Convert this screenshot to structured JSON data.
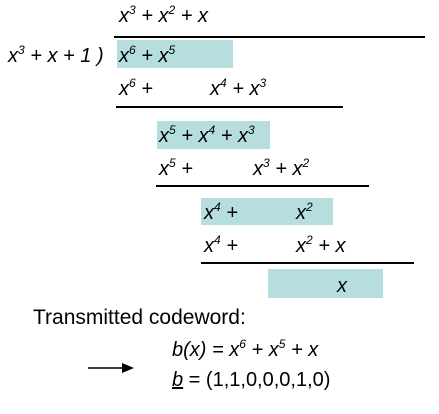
{
  "colors": {
    "highlight": "#b7dede",
    "text": "#000000",
    "rule": "#000000"
  },
  "quotient": {
    "base": "x",
    "exp1": "3",
    "plus1": " + x",
    "exp2": "2",
    "plus2": " + x"
  },
  "divisor": {
    "base": "x",
    "exp": "3",
    "rest": " + x + 1 )"
  },
  "dividend": {
    "a": "x",
    "a_exp": "6",
    "plus": " + x",
    "b_exp": "5"
  },
  "step1": {
    "a": "x",
    "a_exp": "6",
    "plus1": " +",
    "b": "x",
    "b_exp": "4",
    "plus2": " + x",
    "c_exp": "3"
  },
  "rem1": {
    "a": "x",
    "a_exp": "5",
    "plus1": " + x",
    "b_exp": "4",
    "plus2": " + x",
    "c_exp": "3"
  },
  "step2": {
    "a": "x",
    "a_exp": "5",
    "plus1": " +",
    "b": "x",
    "b_exp": "3",
    "plus2": " + x",
    "c_exp": "2"
  },
  "rem2": {
    "a": "x",
    "a_exp": "4",
    "plus1": " +",
    "b": "x",
    "b_exp": "2"
  },
  "step3": {
    "a": "x",
    "a_exp": "4",
    "plus1": " +",
    "b": "x",
    "b_exp": "2",
    "plus2": " + x"
  },
  "remainder": "x",
  "transmitted_label": "Transmitted codeword:",
  "codeword_poly": {
    "lhs": "b(x) = x",
    "exp1": "6",
    "plus1": " + x",
    "exp2": "5",
    "plus2": " + x"
  },
  "codeword_vector": {
    "lhs": "b",
    "rhs": " = (1,1,0,0,0,1,0)"
  }
}
